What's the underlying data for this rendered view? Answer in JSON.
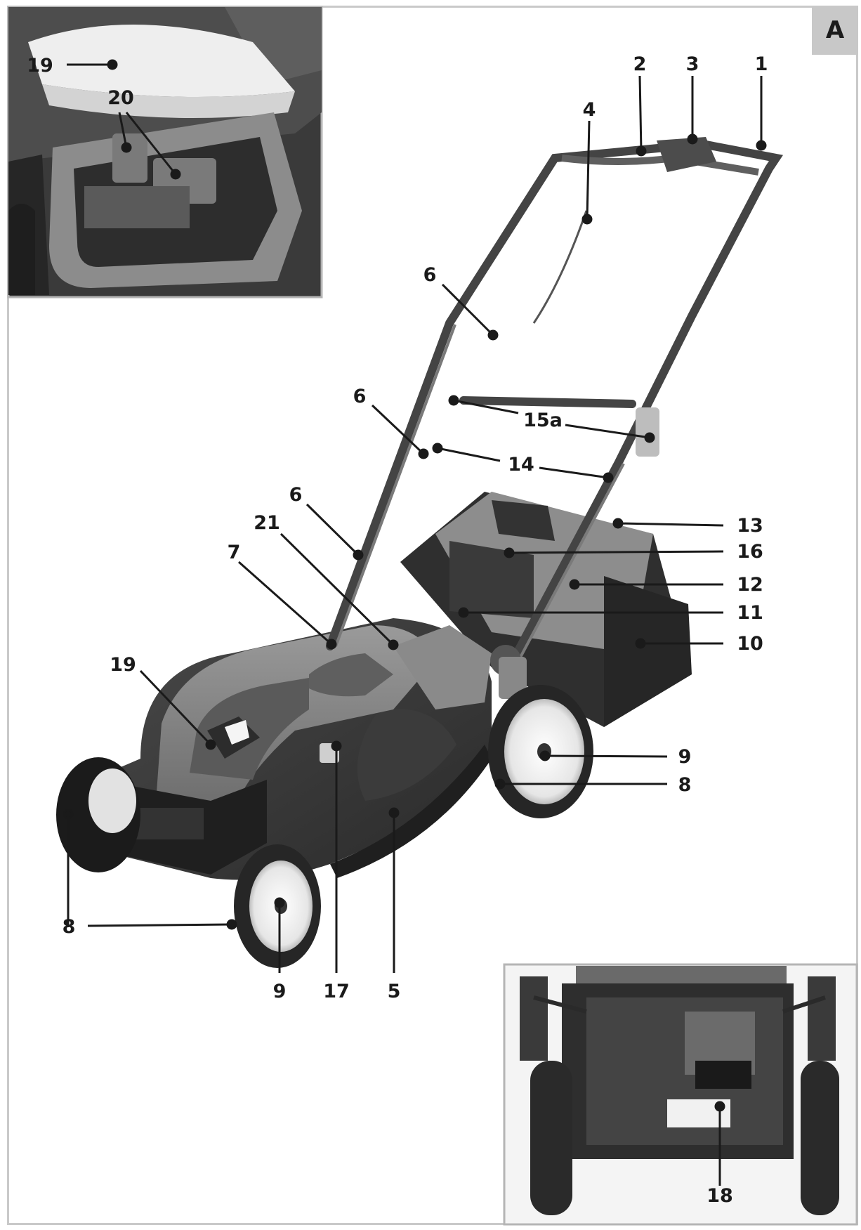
{
  "figure": {
    "tag": "A",
    "callouts": [
      {
        "id": "c1",
        "text": "1"
      },
      {
        "id": "c2",
        "text": "2"
      },
      {
        "id": "c3",
        "text": "3"
      },
      {
        "id": "c4",
        "text": "4"
      },
      {
        "id": "c6a",
        "text": "6"
      },
      {
        "id": "c6b",
        "text": "6"
      },
      {
        "id": "c6c",
        "text": "6"
      },
      {
        "id": "c15a",
        "text": "15a"
      },
      {
        "id": "c14",
        "text": "14"
      },
      {
        "id": "c21",
        "text": "21"
      },
      {
        "id": "c7",
        "text": "7"
      },
      {
        "id": "c13",
        "text": "13"
      },
      {
        "id": "c16",
        "text": "16"
      },
      {
        "id": "c12",
        "text": "12"
      },
      {
        "id": "c11",
        "text": "11"
      },
      {
        "id": "c10",
        "text": "10"
      },
      {
        "id": "c19",
        "text": "19"
      },
      {
        "id": "c9r",
        "text": "9"
      },
      {
        "id": "c8r",
        "text": "8"
      },
      {
        "id": "c8l",
        "text": "8"
      },
      {
        "id": "c9b",
        "text": "9"
      },
      {
        "id": "c17",
        "text": "17"
      },
      {
        "id": "c5",
        "text": "5"
      },
      {
        "id": "c19i",
        "text": "19"
      },
      {
        "id": "c20",
        "text": "20"
      },
      {
        "id": "c18",
        "text": "18"
      }
    ]
  }
}
